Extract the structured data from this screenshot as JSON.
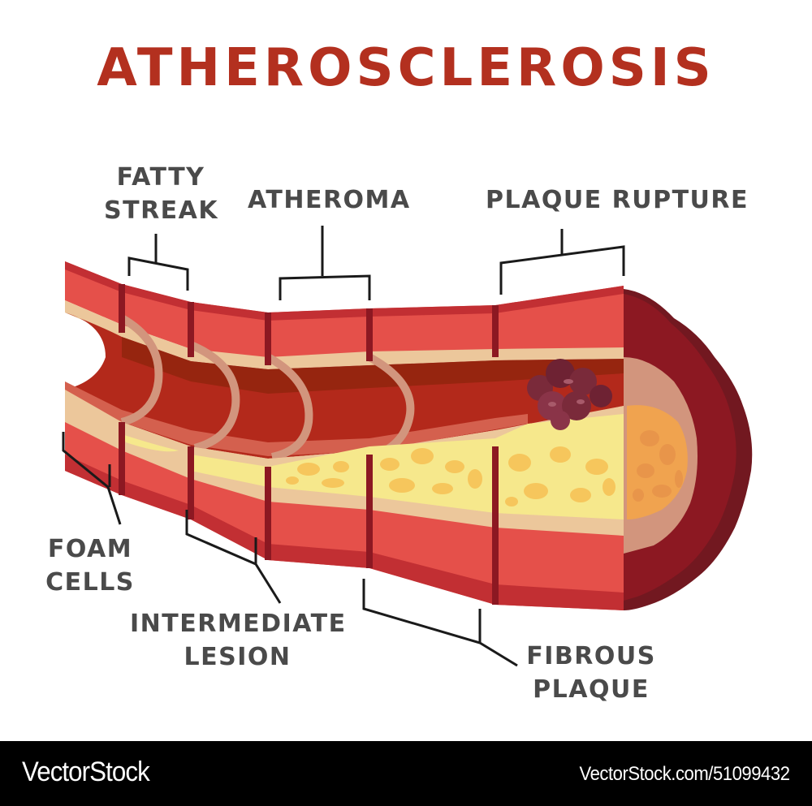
{
  "title": "ATHEROSCLEROSIS",
  "labels": {
    "fatty_streak": [
      "FATTY",
      "STREAK"
    ],
    "atheroma": [
      "ATHEROMA"
    ],
    "plaque_rupture": [
      "PLAQUE RUPTURE"
    ],
    "foam_cells": [
      "FOAM",
      "CELLS"
    ],
    "intermediate_lesion": [
      "INTERMEDIATE",
      "LESION"
    ],
    "fibrous_plaque": [
      "FIBROUS",
      "PLAQUE"
    ]
  },
  "colors": {
    "title": "#b3301f",
    "label_text": "#4a4a4a",
    "wall_outer": "#e5504a",
    "wall_dark": "#c22f33",
    "wall_seam": "#8c1822",
    "intima": "#ecc79b",
    "lumen": "#b3291b",
    "lumen_dark": "#96250f",
    "lipid": "#f6e88c",
    "lipid_spots": "#f6c65c",
    "necrotic_core": "#f0a34f",
    "thrombus": "#7a2a3a",
    "leader_line": "#1a1a1a"
  },
  "footer": {
    "brand": "VectorStock",
    "image_id": "VectorStock.com/51099432"
  }
}
